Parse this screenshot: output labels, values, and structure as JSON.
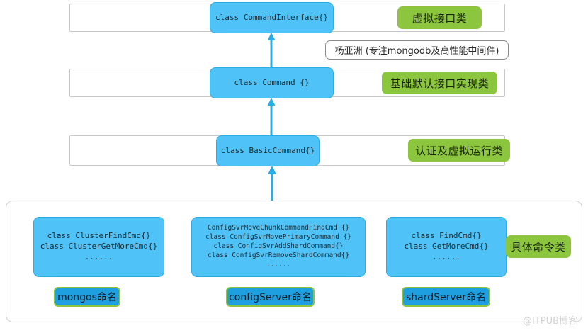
{
  "diagram": {
    "title": "MongoDB Command class hierarchy",
    "colors": {
      "class_fill": "#4FC3F7",
      "class_border": "#29ACE3",
      "annotation_green": "#8CC63F",
      "name_tag_fill": "#1E9FE0",
      "name_tag_border": "#8CC63F",
      "frame_border": "#c9c9c9",
      "arrow": "#29ACE3",
      "watermark": "#d2d2d2"
    }
  },
  "levels": [
    {
      "id": "level-interface",
      "class_text": "class CommandInterface{}",
      "annotation": "虚拟接口类"
    },
    {
      "id": "level-command",
      "class_text": "class Command {}",
      "annotation": "基础默认接口实现类"
    },
    {
      "id": "level-basic-command",
      "class_text": "class BasicCommand{}",
      "annotation": "认证及虚拟运行类"
    }
  ],
  "author_note": "杨亚洲 (专注mongodb及高性能中间件)",
  "concrete": {
    "annotation": "具体命令类",
    "groups": [
      {
        "id": "mongos",
        "lines": [
          "class ClusterFindCmd{}",
          "class ClusterGetMoreCmd{}",
          "......"
        ],
        "tag": "mongos命名"
      },
      {
        "id": "config-server",
        "lines": [
          "ConfigSvrMoveChunkCommandFindCmd {}",
          "class ConfigSvrMovePrimaryCommand {}",
          "class ConfigSvrAddShardCommand{}",
          "class ConfigSvrRemoveShardCommand{}",
          "......"
        ],
        "tag": "configServer命名"
      },
      {
        "id": "shard-server",
        "lines": [
          "class FindCmd{}",
          "class GetMoreCmd{}",
          "......"
        ],
        "tag": "shardServer命名"
      }
    ]
  },
  "watermark": "@ITPUB博客"
}
